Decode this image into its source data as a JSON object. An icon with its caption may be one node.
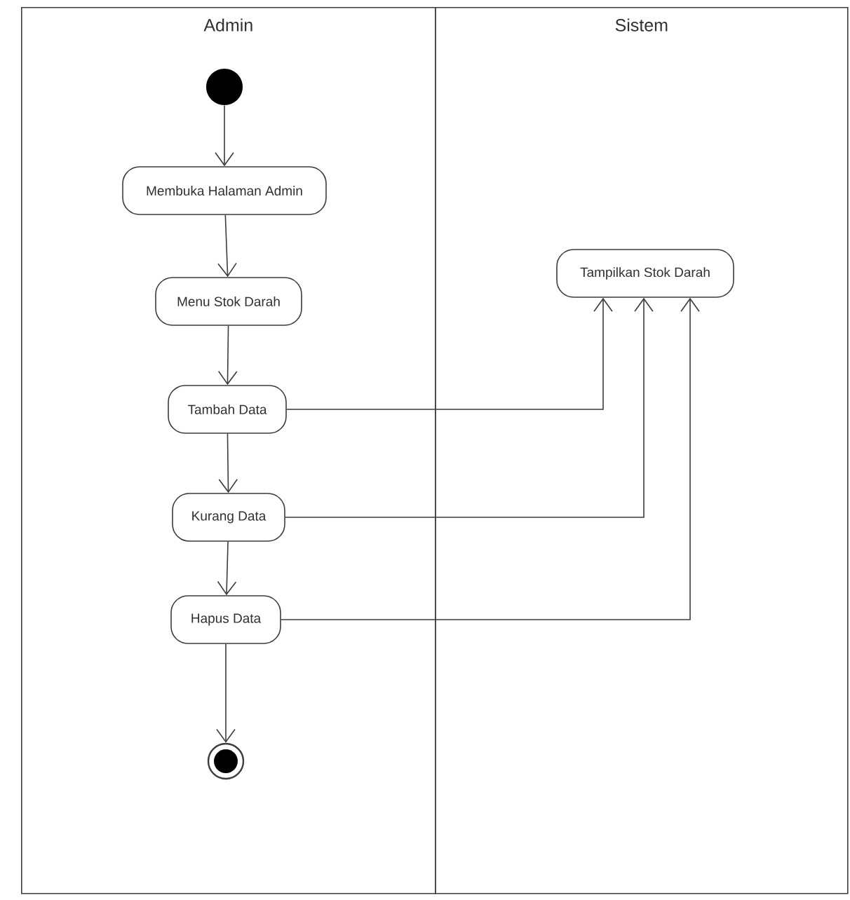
{
  "diagram": {
    "nodes": [
      {
        "text": [
          "Admin"
        ]
      },
      {
        "text": [],
        "shape": "circle",
        "in": 0
      },
      {
        "text": [
          "Membuka Halaman Admin"
        ],
        "in": 0
      },
      {
        "text": [
          "Menu Stok Darah"
        ],
        "in": 0
      },
      {
        "text": [
          "Tambah Data"
        ],
        "in": 0
      },
      {
        "text": [
          "Kurang Data"
        ],
        "in": 0
      },
      {
        "text": [
          "Hapus Data"
        ],
        "in": 0
      },
      {
        "text": [],
        "shape": "circle",
        "in": 0
      },
      {
        "text": [
          "Sistem"
        ]
      },
      {
        "text": [
          "Tampilkan Stok Darah"
        ],
        "in": 8
      }
    ],
    "edges": [
      {
        "from": 1,
        "to": 2,
        "arrow": "to"
      },
      {
        "from": 2,
        "to": 3,
        "arrow": "to"
      },
      {
        "from": 3,
        "to": 4,
        "arrow": "to"
      },
      {
        "from": 4,
        "to": 5,
        "arrow": "to"
      },
      {
        "from": 5,
        "to": 6,
        "arrow": "to"
      },
      {
        "from": 6,
        "to": 7,
        "arrow": "to"
      },
      {
        "from": 4,
        "to": 9,
        "arrow": "to"
      },
      {
        "from": 5,
        "to": 9,
        "arrow": "to"
      },
      {
        "from": 6,
        "to": 9,
        "arrow": "to"
      }
    ]
  }
}
